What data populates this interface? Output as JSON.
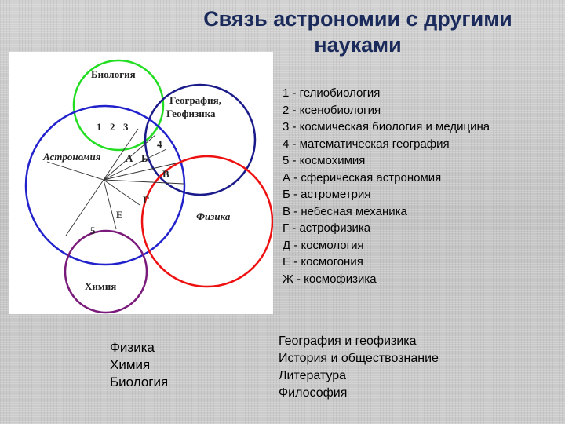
{
  "title": {
    "line1": "Связь астрономии с другими",
    "line2": "науками"
  },
  "diagram": {
    "labels": {
      "biology": "Биология",
      "geography_1": "География,",
      "geography_2": "Геофизика",
      "astronomy": "Астрономия",
      "physics": "Физика",
      "chemistry": "Химия",
      "n1": "1",
      "n2": "2",
      "n3": "3",
      "n4": "4",
      "n5": "5",
      "a": "А",
      "b": "Б",
      "v": "В",
      "g": "Г",
      "e": "Е"
    },
    "colors": {
      "biology": "#22dd22",
      "geography": "#1a1a8a",
      "astronomy": "#2222cc",
      "physics": "#ee1111",
      "chemistry": "#7a1a7a"
    }
  },
  "legend": [
    "1 - гелиобиология",
    "2 - ксенобиология",
    "3 - космическая биология и медицина",
    "4 - математическая география",
    "5 - космохимия",
    "А - сферическая астрономия",
    "Б - астрометрия",
    "В - небесная механика",
    "Г - астрофизика",
    "Д - космология",
    "Е - космогония",
    "Ж - космофизика"
  ],
  "left_list": [
    "Физика",
    "Химия",
    "Биология"
  ],
  "right_list": [
    "География и геофизика",
    "История и обществознание",
    "Литература",
    "Философия"
  ]
}
